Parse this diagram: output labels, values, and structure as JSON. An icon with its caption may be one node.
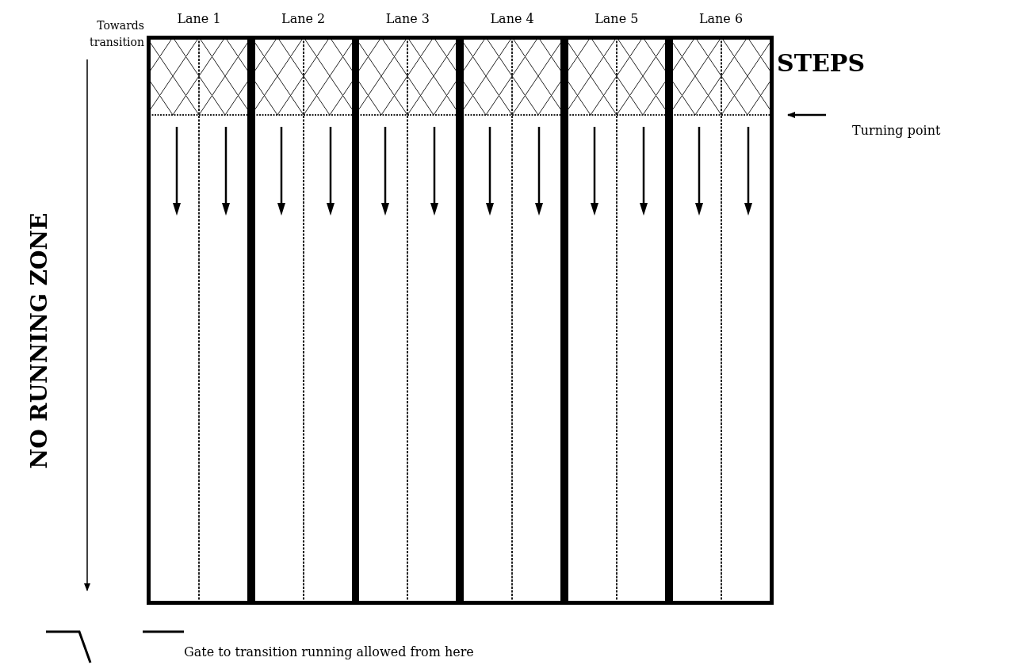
{
  "diagram": {
    "nodes": [
      {
        "text": [
          "Lane 1"
        ]
      },
      {
        "text": [
          "Lane 2"
        ]
      },
      {
        "text": [
          "Lane 3"
        ]
      },
      {
        "text": [
          "Lane 4"
        ]
      },
      {
        "text": [
          "Lane 5"
        ]
      },
      {
        "text": [
          "Lane 6"
        ]
      }
    ],
    "labels": [
      "Towards transition",
      "STEPS",
      "Turning point",
      "NO RUNNING ZONE",
      "Gate to transition running allowed from here"
    ]
  }
}
